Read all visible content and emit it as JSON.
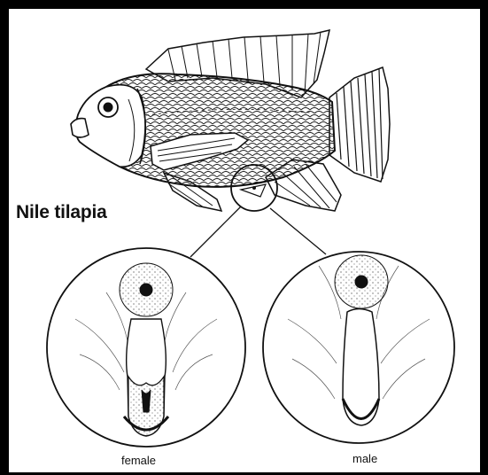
{
  "title": "Nile tilapia",
  "captions": {
    "female": "female",
    "male": "male"
  },
  "colors": {
    "ink": "#111111",
    "background": "#ffffff",
    "frame": "#000000"
  }
}
